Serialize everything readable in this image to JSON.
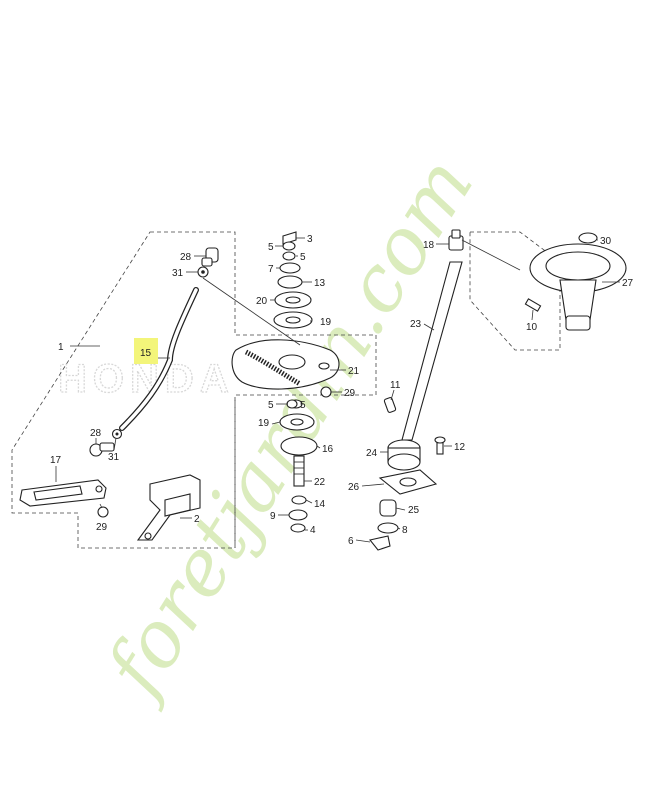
{
  "watermark": {
    "brand_text": "HONDA",
    "site_text": "foretjardin.com",
    "brand_color": "#d8d8d8",
    "site_color_green": "#cfe6a8",
    "site_color_brown": "#c9bfb4",
    "site_color_orange": "#f4c58e"
  },
  "highlight_color": "#f3f57a",
  "parts": [
    {
      "id": "p1",
      "label": "1"
    },
    {
      "id": "p2",
      "label": "2"
    },
    {
      "id": "p3",
      "label": "3"
    },
    {
      "id": "p4",
      "label": "4"
    },
    {
      "id": "p5a",
      "label": "5"
    },
    {
      "id": "p5b",
      "label": "5"
    },
    {
      "id": "p5c",
      "label": "5"
    },
    {
      "id": "p5d",
      "label": "5"
    },
    {
      "id": "p6",
      "label": "6"
    },
    {
      "id": "p7",
      "label": "7"
    },
    {
      "id": "p8",
      "label": "8"
    },
    {
      "id": "p9",
      "label": "9"
    },
    {
      "id": "p10",
      "label": "10"
    },
    {
      "id": "p11",
      "label": "11"
    },
    {
      "id": "p12",
      "label": "12"
    },
    {
      "id": "p13",
      "label": "13"
    },
    {
      "id": "p14",
      "label": "14"
    },
    {
      "id": "p15",
      "label": "15",
      "highlighted": true
    },
    {
      "id": "p16",
      "label": "16"
    },
    {
      "id": "p17",
      "label": "17"
    },
    {
      "id": "p18",
      "label": "18"
    },
    {
      "id": "p19a",
      "label": "19"
    },
    {
      "id": "p19b",
      "label": "19"
    },
    {
      "id": "p20",
      "label": "20"
    },
    {
      "id": "p21",
      "label": "21"
    },
    {
      "id": "p22",
      "label": "22"
    },
    {
      "id": "p23",
      "label": "23"
    },
    {
      "id": "p24",
      "label": "24"
    },
    {
      "id": "p25",
      "label": "25"
    },
    {
      "id": "p26",
      "label": "26"
    },
    {
      "id": "p27",
      "label": "27"
    },
    {
      "id": "p28a",
      "label": "28"
    },
    {
      "id": "p28b",
      "label": "28"
    },
    {
      "id": "p29a",
      "label": "29"
    },
    {
      "id": "p29b",
      "label": "29"
    },
    {
      "id": "p30",
      "label": "30"
    },
    {
      "id": "p31a",
      "label": "31"
    },
    {
      "id": "p31b",
      "label": "31"
    }
  ]
}
